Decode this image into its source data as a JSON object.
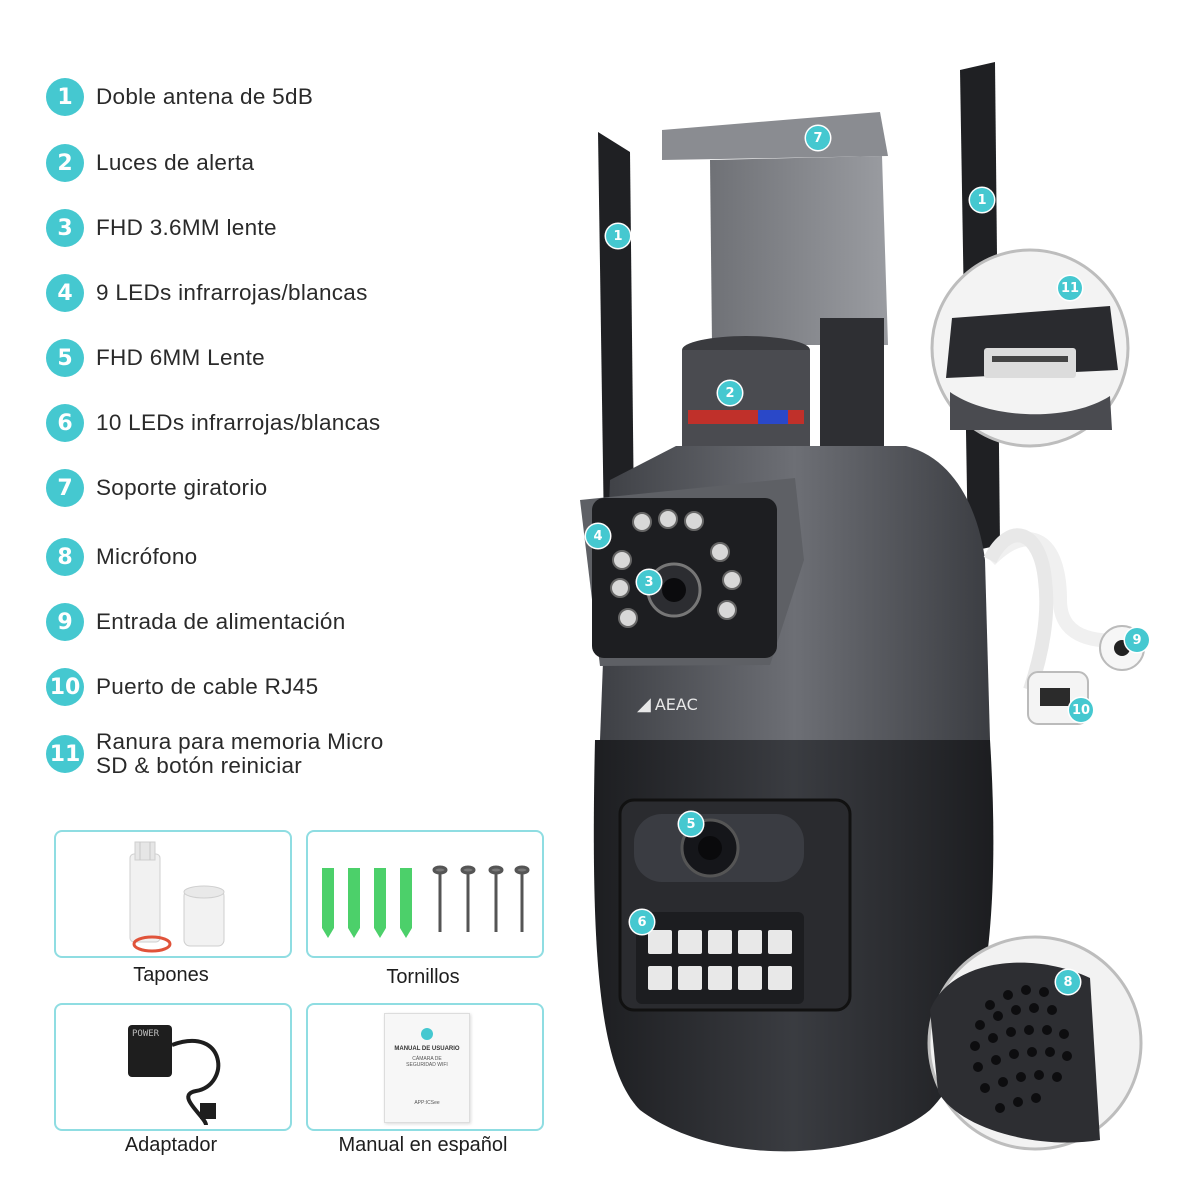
{
  "features": [
    {
      "num": "1",
      "text": "Doble antena de 5dB"
    },
    {
      "num": "2",
      "text": "Luces de alerta"
    },
    {
      "num": "3",
      "text": "FHD 3.6MM lente"
    },
    {
      "num": "4",
      "text": "9 LEDs infrarrojas/blancas"
    },
    {
      "num": "5",
      "text": "FHD 6MM Lente"
    },
    {
      "num": "6",
      "text": "10 LEDs infrarrojas/blancas"
    },
    {
      "num": "7",
      "text": "Soporte giratorio"
    },
    {
      "num": "8",
      "text": "Micrófono"
    },
    {
      "num": "9",
      "text": "Entrada de alimentación"
    },
    {
      "num": "10",
      "text": "Puerto de cable RJ45"
    },
    {
      "num": "11",
      "text": "Ranura  para memoria Micro\nSD & botón reiniciar"
    }
  ],
  "accessories": [
    {
      "label": "Tapones"
    },
    {
      "label": "Tornillos"
    },
    {
      "label": "Adaptador"
    },
    {
      "label": "Manual en español"
    }
  ],
  "manual_cover": {
    "title": "MANUAL DE USUARIO",
    "subtitle": "CÁMARA DE\nSEGURIDAD WIFI",
    "app": "APP:ICSee"
  },
  "adapter_text": "POWER",
  "brand": "AEAC",
  "markers": [
    "1",
    "1",
    "2",
    "3",
    "4",
    "5",
    "6",
    "7",
    "8",
    "9",
    "10",
    "11"
  ],
  "colors": {
    "accent": "#45c8d0",
    "border": "#8fdde2",
    "body_gray": "#5b5d62",
    "body_dark": "#2b2c30"
  }
}
